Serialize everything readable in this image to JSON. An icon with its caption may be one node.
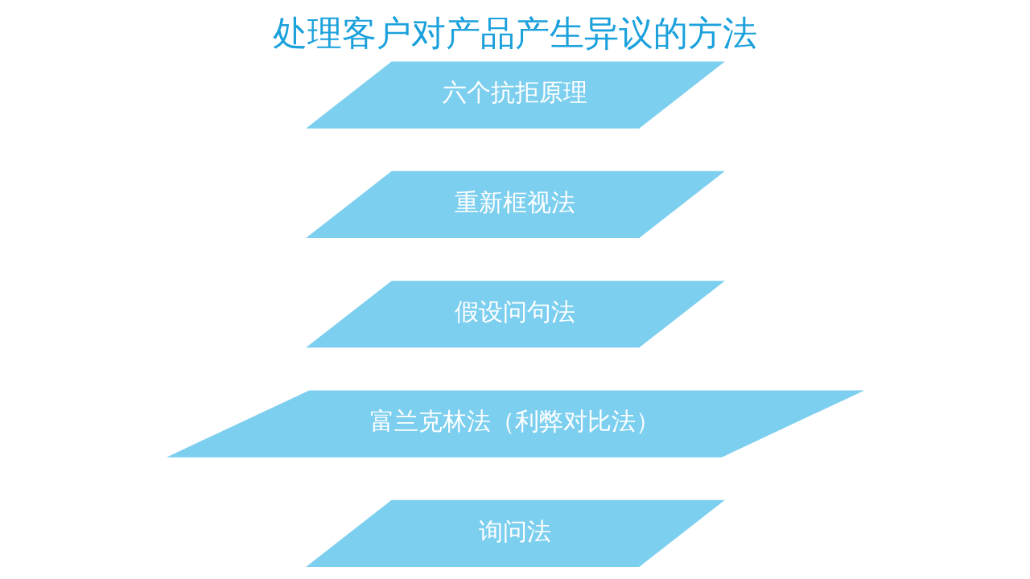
{
  "diagram": {
    "title": "处理客户对产品产生异议的方法",
    "nodes": [
      {
        "text": [
          "六个抗拒原理"
        ]
      },
      {
        "text": [
          "重新框视法"
        ]
      },
      {
        "text": [
          "假设问句法"
        ]
      },
      {
        "text": [
          "富兰克林法（利弊对比法）"
        ]
      },
      {
        "text": [
          "询问法"
        ]
      }
    ]
  }
}
